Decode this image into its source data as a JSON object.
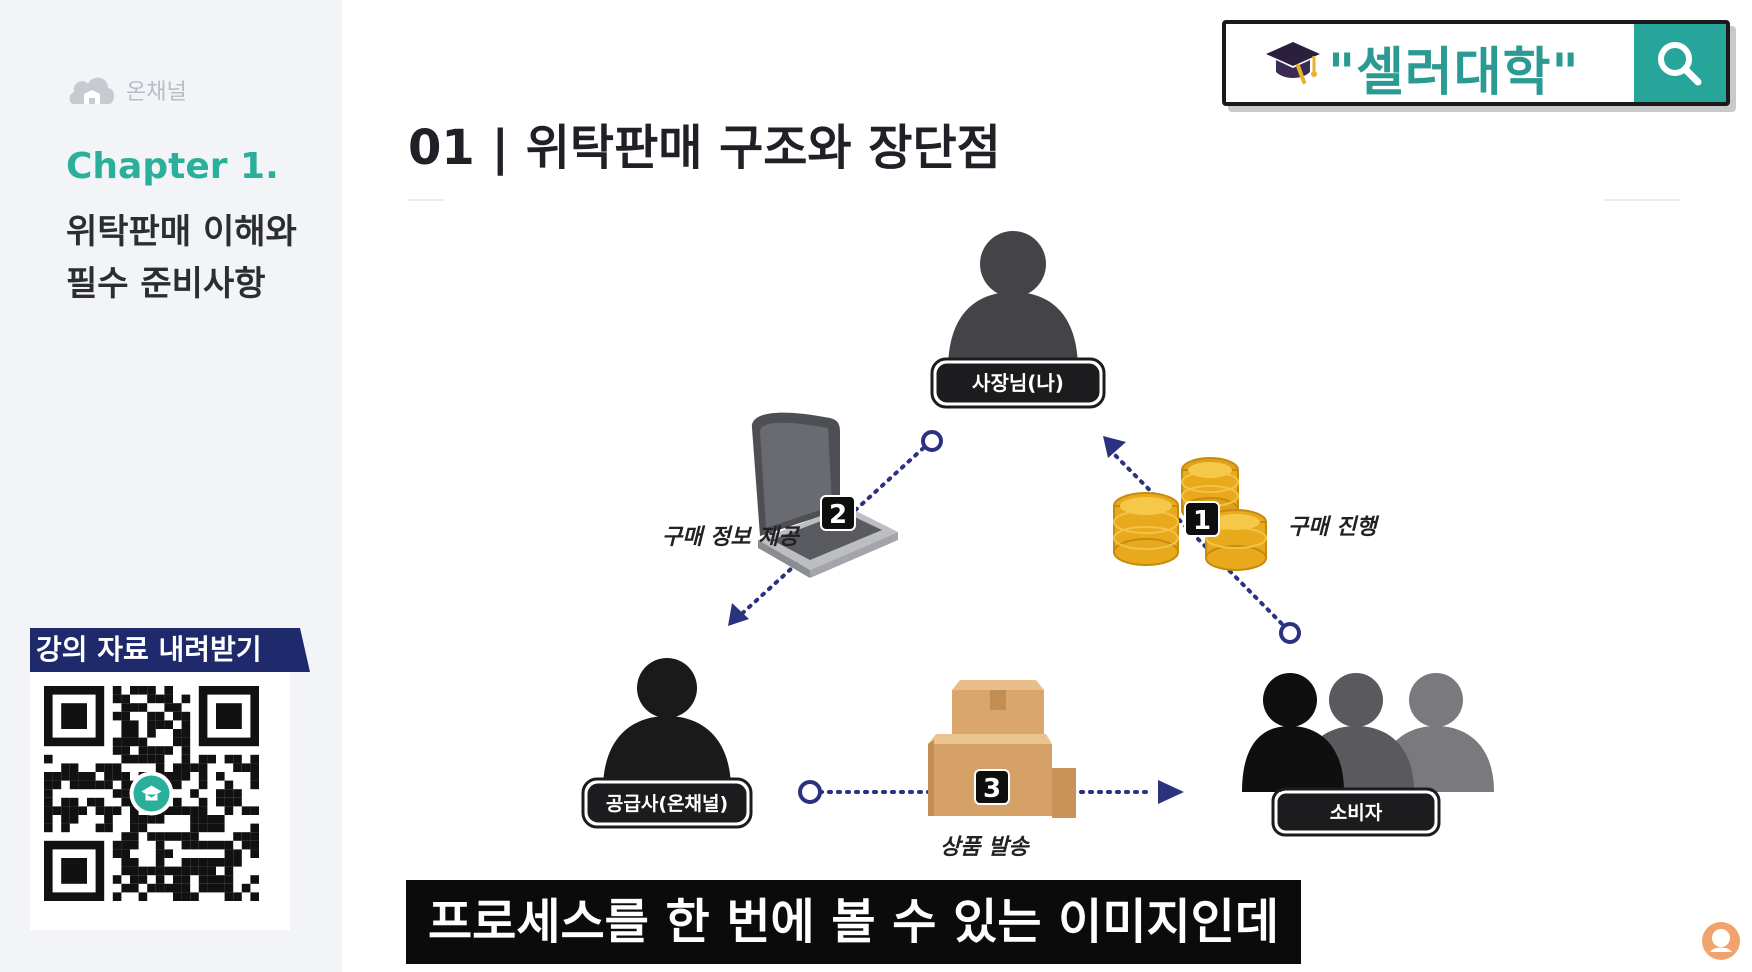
{
  "sidebar": {
    "brand": "온채널",
    "chapter": "Chapter 1.",
    "chapter_sub_line1": "위탁판매 이해와",
    "chapter_sub_line2": "필수 준비사항",
    "download_label": "강의 자료 내려받기"
  },
  "slide": {
    "title": "01 | 위탁판매 구조와 장단점"
  },
  "search": {
    "text": "\"셀러대학\""
  },
  "diagram": {
    "owner_label": "사장님(나)",
    "supplier_label": "공급사(온채널)",
    "consumer_label": "소비자",
    "step1_badge": "1",
    "step1_label": "구매 진행",
    "step2_badge": "2",
    "step2_label": "구매 정보 제공",
    "step3_badge": "3",
    "step3_label": "상품 발송"
  },
  "subtitle": {
    "text": "프로세스를 한 번에 볼 수 있는 이미지인데"
  },
  "colors": {
    "accent_teal": "#27a59b",
    "chapter_green": "#2ab09a",
    "arrow_navy": "#2b3280",
    "label_dark": "#1a1a1a",
    "download_navy": "#1e2a6b"
  }
}
